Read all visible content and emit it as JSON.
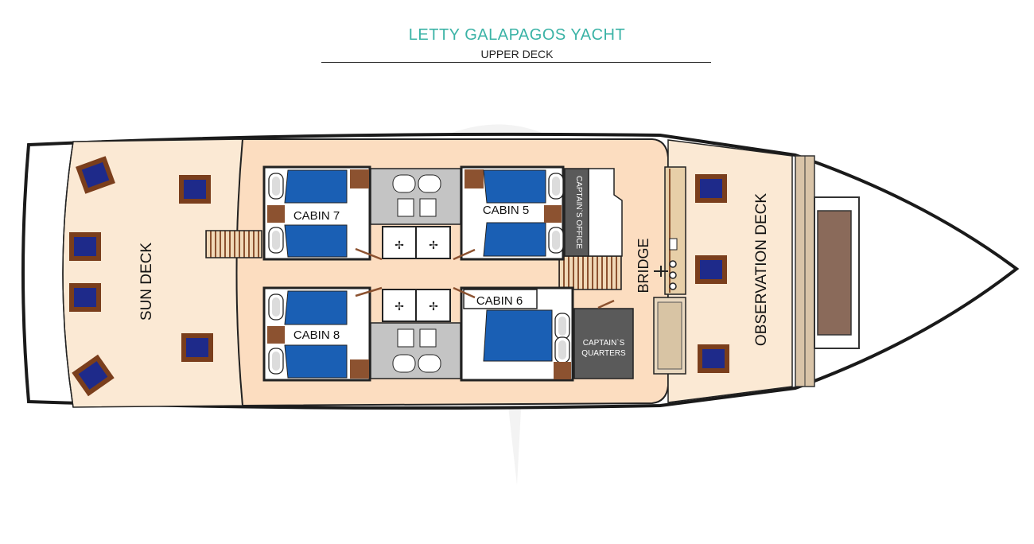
{
  "header": {
    "title": "LETTY GALAPAGOS YACHT",
    "subtitle": "UPPER DECK"
  },
  "labels": {
    "sun_deck": "SUN DECK",
    "observation_deck": "OBSERVATION DECK",
    "bridge": "BRIDGE",
    "cabin_7": "CABIN 7",
    "cabin_5": "CABIN 5",
    "cabin_6": "CABIN 6",
    "cabin_8": "CABIN 8",
    "captains_office": "CAPTAIN`S OFFICE",
    "captains_quarters_1": "CAPTAIN`S",
    "captains_quarters_2": "QUARTERS"
  },
  "colors": {
    "title": "#3bb3a6",
    "deck": "#fbe9d4",
    "interior": "#fcddc0",
    "chair_frame": "#7a3e1c",
    "chair_seat": "#1e2a8a",
    "bed": "#1a5fb4",
    "bathroom": "#c4c4c4",
    "dark_panel": "#5a5a5a",
    "wood": "#8c5230"
  }
}
